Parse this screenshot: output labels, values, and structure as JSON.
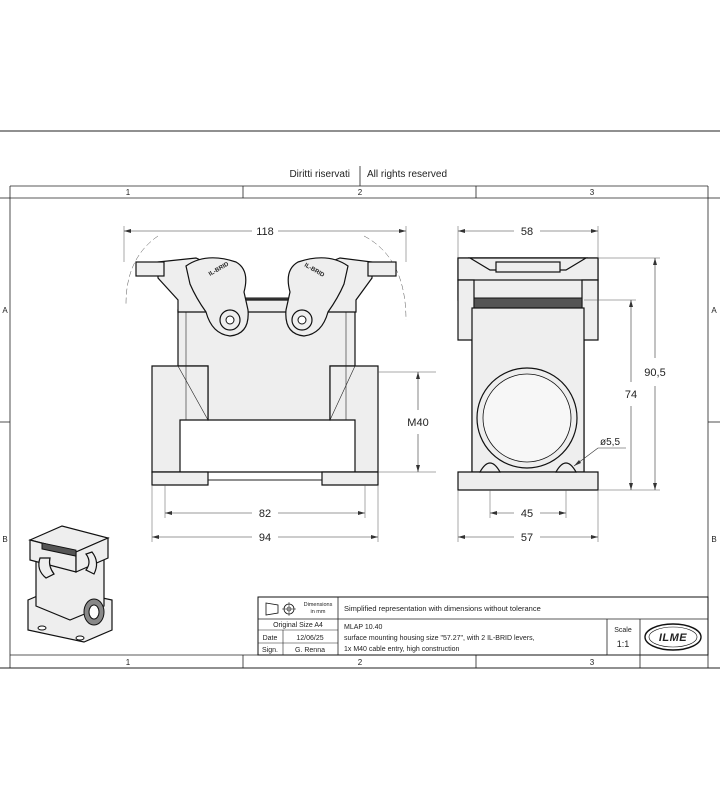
{
  "header": {
    "rights_it": "Diritti riservati",
    "rights_en": "All rights reserved"
  },
  "frame": {
    "columns": [
      "1",
      "2",
      "3"
    ],
    "rows": [
      "A",
      "B"
    ]
  },
  "front_view": {
    "brand_text": "IL-BRID",
    "dims": {
      "width_top": "118",
      "width_mid": "82",
      "width_bottom": "94",
      "thread": "M40"
    }
  },
  "side_view": {
    "dims": {
      "width_top": "58",
      "height_total": "90,5",
      "height_body": "74",
      "hole": "ø5,5",
      "width_mid": "45",
      "width_bottom": "57"
    }
  },
  "title_block": {
    "dimensions_label_1": "Dimensions",
    "dimensions_label_2": "in mm",
    "original_size": "Original Size A4",
    "date_label": "Date",
    "date_value": "12/06/25",
    "sign_label": "Sign.",
    "sign_value": "G. Renna",
    "note": "Simplified representation with dimensions without tolerance",
    "code": "MLAP 10.40",
    "desc_1": "surface mounting housing size \"57.27\", with 2 IL-BRID levers,",
    "desc_2": "1x M40 cable entry, high construction",
    "scale_label": "Scale",
    "scale_value": "1:1",
    "logo": "ILME"
  }
}
